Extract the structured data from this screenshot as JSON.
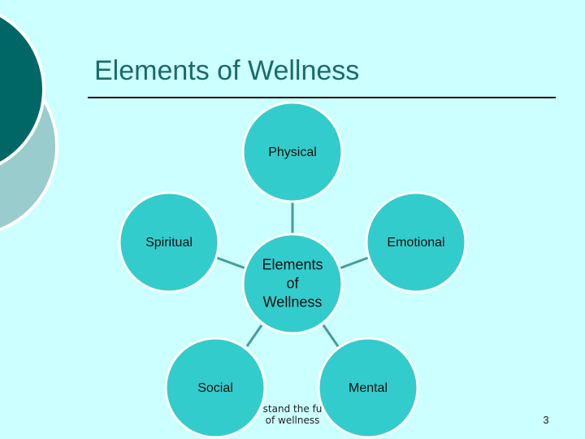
{
  "slide": {
    "title": "Elements of Wellness",
    "page_number": "3"
  },
  "diagram": {
    "center": "Elements\nof\nWellness",
    "nodes": [
      {
        "id": "physical",
        "label": "Physical"
      },
      {
        "id": "emotional",
        "label": "Emotional"
      },
      {
        "id": "mental",
        "label": "Mental"
      },
      {
        "id": "social",
        "label": "Social"
      },
      {
        "id": "spiritual",
        "label": "Spiritual"
      }
    ]
  },
  "footer": {
    "line1": "stand the fu",
    "line2": "of wellness"
  },
  "colors": {
    "background": "#ccffff",
    "node_fill": "#33cccc",
    "connector": "#4a9a9a",
    "deco_dark": "#006666",
    "deco_light": "#99cccc",
    "title": "#1a6b6b"
  }
}
